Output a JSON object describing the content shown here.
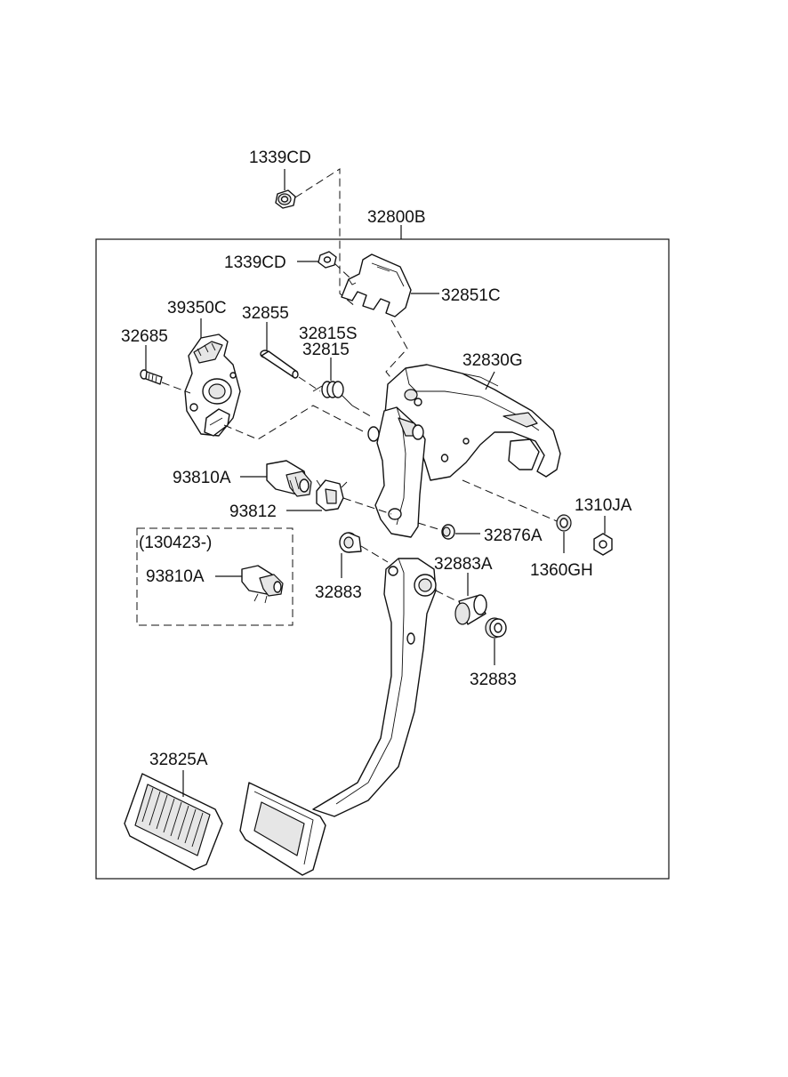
{
  "labels": {
    "nut_top": "1339CD",
    "pedal_assy": "32800B",
    "nut_bracket": "1339CD",
    "bracket": "32851C",
    "switch_module": "39350C",
    "pin": "32855",
    "spring_set": "32815S",
    "spring": "32815",
    "bolt": "32685",
    "member": "32830G",
    "stop_switch": "93810A",
    "switch_holder": "93812",
    "cushion": "32876A",
    "nut_right": "1310JA",
    "washer": "1360GH",
    "variant_note": "(130423-)",
    "stop_switch_variant": "93810A",
    "bushing_left": "32883",
    "sleeve": "32883A",
    "bushing_right": "32883",
    "pedal_pad": "32825A"
  }
}
